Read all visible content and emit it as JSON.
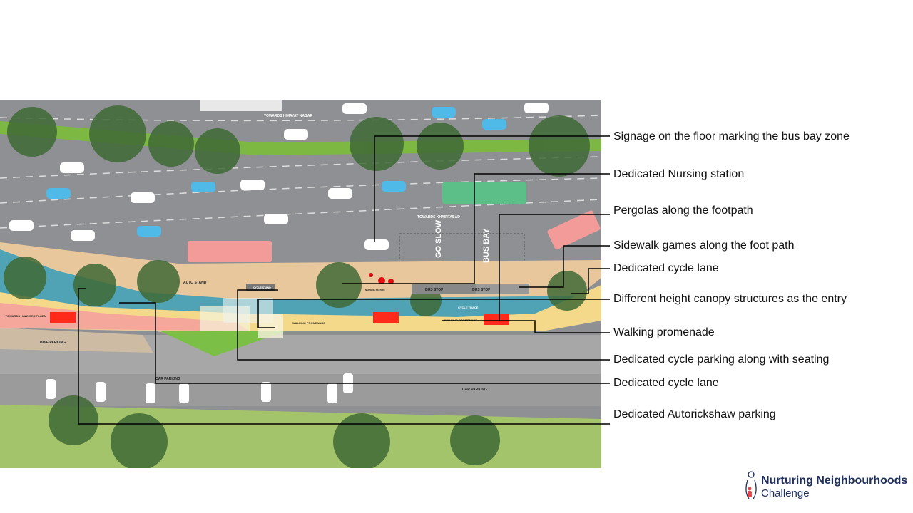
{
  "map": {
    "labels": {
      "towards_himayat_nagar": "TOWARDS HIMAYAT NAGAR",
      "towards_khairtabad": "TOWARDS KHAIRTABAD",
      "go_slow": "GO SLOW",
      "bus_bay": "BUS BAY",
      "auto_stand": "AUTO STAND",
      "cycle_stand": "CYCLE STAND",
      "nursing_station": "NURSING STATION",
      "bus_stop_1": "BUS STOP",
      "bus_stop_2": "BUS STOP",
      "cycle_trace": "CYCLE TRACE",
      "walking_promenade_1": "WALKING PROMENADE",
      "walking_promenade_2": "WALKING PROMENADE",
      "towards_hawkers_plaza": "• TOWARDS HAWKERS PLAZA",
      "bike_parking": "BIKE PARKING",
      "car_parking_1": "CAR PARKING",
      "car_parking_2": "CAR PARKING"
    }
  },
  "callouts": [
    "Signage on the floor marking the bus bay zone",
    "Dedicated Nursing station",
    "Pergolas along the footpath",
    "Sidewalk games along the foot path",
    "Dedicated cycle lane",
    "Different height canopy structures as the entry",
    "Walking promenade",
    "Dedicated cycle parking along with seating",
    "Dedicated cycle lane",
    "Dedicated Autorickshaw parking"
  ],
  "logo": {
    "line1": "Nurturing Neighbourhoods",
    "line2": "Challenge"
  },
  "colors": {
    "road": "#8e8f92",
    "cycle": "#4fa3b5",
    "promenade": "#f4d98a",
    "grass": "#8fbf5a",
    "paving": "#a9a9a9",
    "logo": "#1f2f5c"
  }
}
